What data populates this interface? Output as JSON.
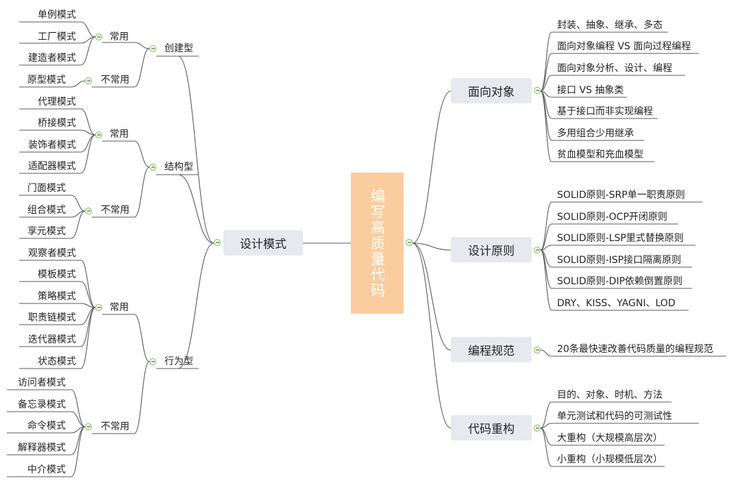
{
  "root": {
    "label": "编写高质量代码"
  },
  "design_patterns": {
    "label": "设计模式",
    "creational": {
      "label": "创建型",
      "common_label": "常用",
      "common": [
        "单例模式",
        "工厂模式",
        "建造者模式"
      ],
      "uncommon_label": "不常用",
      "uncommon": [
        "原型模式"
      ]
    },
    "structural": {
      "label": "结构型",
      "common_label": "常用",
      "common": [
        "代理模式",
        "桥接模式",
        "装饰者模式",
        "适配器模式"
      ],
      "uncommon_label": "不常用",
      "uncommon": [
        "门面模式",
        "组合模式",
        "享元模式"
      ]
    },
    "behavioral": {
      "label": "行为型",
      "common_label": "常用",
      "common": [
        "观察者模式",
        "模板模式",
        "策略模式",
        "职责链模式",
        "迭代器模式",
        "状态模式"
      ],
      "uncommon_label": "不常用",
      "uncommon": [
        "访问者模式",
        "备忘录模式",
        "命令模式",
        "解释器模式",
        "中介模式"
      ]
    }
  },
  "object_oriented": {
    "label": "面向对象",
    "items": [
      "封装、抽象、继承、多态",
      "面向对象编程 VS 面向过程编程",
      "面向对象分析、设计、编程",
      "接口 VS 抽象类",
      "基于接口而非实现编程",
      "多用组合少用继承",
      "贫血模型和充血模型"
    ]
  },
  "design_principles": {
    "label": "设计原则",
    "items": [
      "SOLID原则-SRP单一职责原则",
      "SOLID原则-OCP开闭原则",
      "SOLID原则-LSP里式替换原则",
      "SOLID原则-ISP接口隔离原则",
      "SOLID原则-DIP依赖倒置原则",
      "DRY、KISS、YAGNI、LOD"
    ]
  },
  "coding_standards": {
    "label": "编程规范",
    "items": [
      "20条最快速改善代码质量的编程规范"
    ]
  },
  "refactoring": {
    "label": "代码重构",
    "items": [
      "目的、对象、时机、方法",
      "单元测试和代码的可测试性",
      "大重构（大规模高层次）",
      "小重构（小规模低层次）"
    ]
  }
}
